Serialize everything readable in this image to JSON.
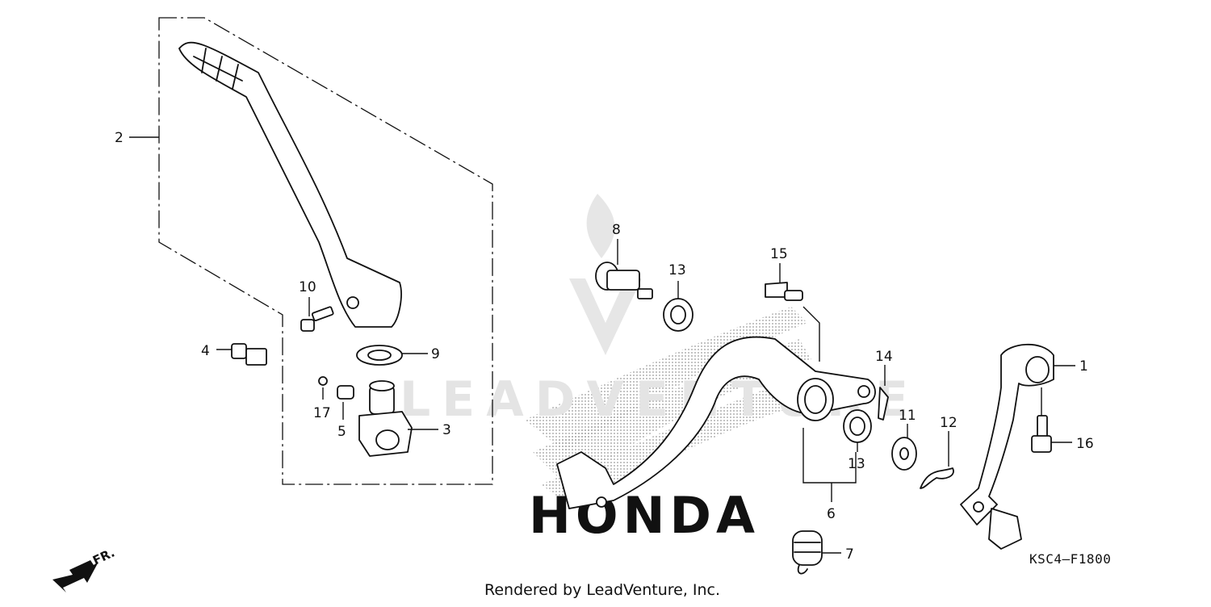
{
  "diagram": {
    "callouts": {
      "c1": "1",
      "c2": "2",
      "c3": "3",
      "c4": "4",
      "c5": "5",
      "c6": "6",
      "c7": "7",
      "c8": "8",
      "c9": "9",
      "c10": "10",
      "c11": "11",
      "c12": "12",
      "c13a": "13",
      "c13b": "13",
      "c14": "14",
      "c15": "15",
      "c16": "16",
      "c17": "17"
    },
    "diagram_code": "KSC4—F1800",
    "front_marker": "FR.",
    "footer": "Rendered by LeadVenture, Inc.",
    "watermark_text": "LEADVENTURE",
    "background_logo": "HONDA"
  }
}
